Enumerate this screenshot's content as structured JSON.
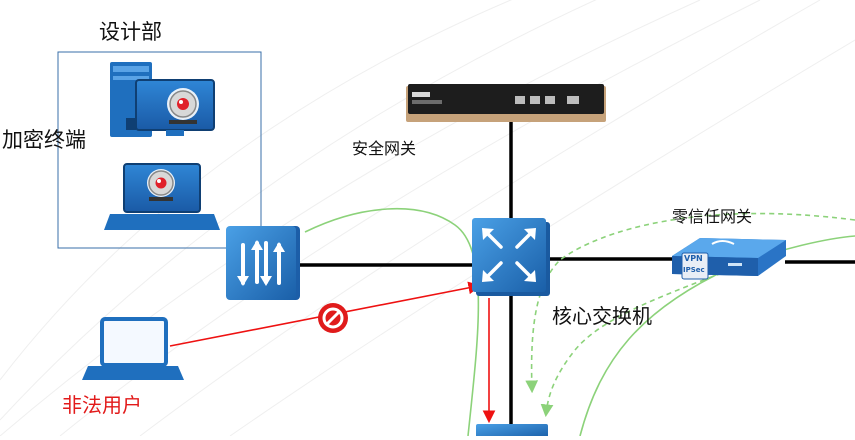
{
  "labels": {
    "design_dept": "设计部",
    "encrypted_terminal": "加密终端",
    "security_gateway": "安全网关",
    "core_switch": "核心交换机",
    "zero_trust_gateway": "零信任网关",
    "illegal_user": "非法用户"
  },
  "devices": {
    "zero_trust_gateway_tags": [
      "VPN",
      "IPSec"
    ]
  },
  "colors": {
    "link": "#000000",
    "illegal_path": "#ee1111",
    "green_path": "#8cd27a",
    "device_blue": "#1f6fbe",
    "label_red": "#e21a1a"
  }
}
